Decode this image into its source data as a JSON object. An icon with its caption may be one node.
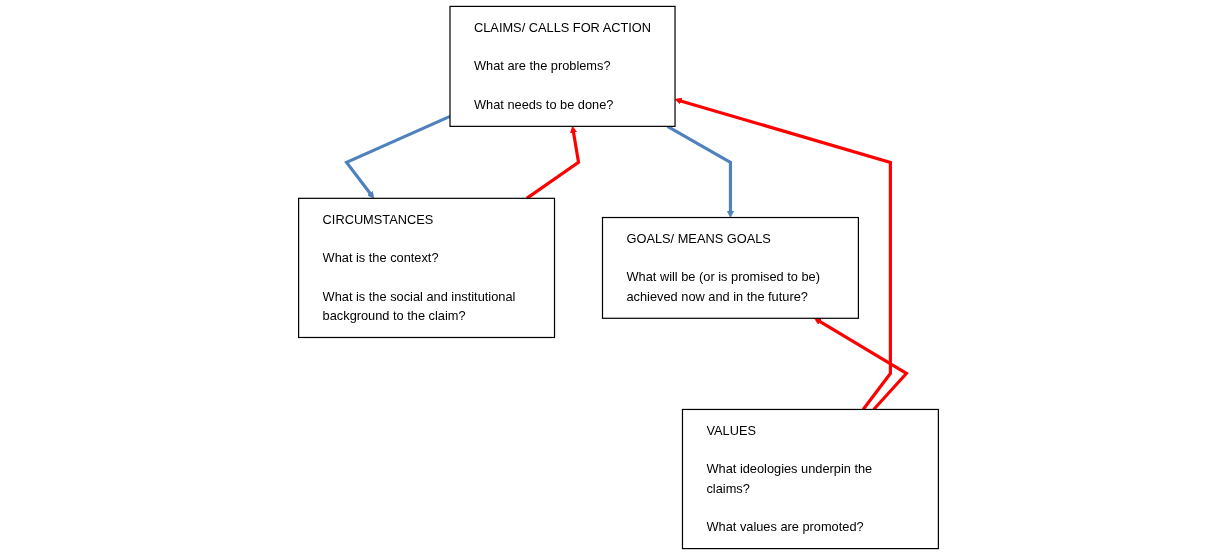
{
  "diagram": {
    "nodes": [
      {
        "text": [
          "CLAIMS/ CALLS FOR ACTION",
          "What are the problems?",
          "What needs to be done?"
        ]
      },
      {
        "text": [
          "GOALS/ MEANS GOALS",
          "What will be (or is promised to be) achieved now and in the future?"
        ]
      },
      {
        "text": [
          "VALUES",
          "What ideologies underpin the claims?",
          "What values are promoted?"
        ]
      },
      {
        "text": [
          "CIRCUMSTANCES",
          "What is the context?",
          "What is the social and institutional background to the claim?"
        ]
      }
    ],
    "edges": [
      {
        "from": 0,
        "to": 1,
        "arrow": "to",
        "color": "#4f81bd"
      },
      {
        "from": 0,
        "to": 3,
        "arrow": "to",
        "color": "#4f81bd"
      },
      {
        "from": 2,
        "to": 0,
        "arrow": "to",
        "color": "#ff0000"
      },
      {
        "from": 3,
        "to": 0,
        "arrow": "to",
        "color": "#ff0000"
      },
      {
        "from": 2,
        "to": 1,
        "arrow": "to",
        "color": "#ff0000"
      }
    ]
  }
}
